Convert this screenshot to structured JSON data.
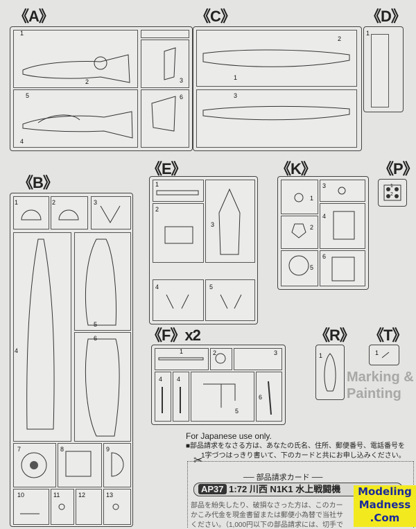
{
  "background_heading": "Marking & Painting",
  "sprues": {
    "A": {
      "label": "《A》",
      "parts": [
        "1",
        "2",
        "3",
        "4",
        "5",
        "6"
      ]
    },
    "B": {
      "label": "《B》",
      "parts": [
        "1",
        "2",
        "3",
        "4",
        "5",
        "6",
        "7",
        "8",
        "9",
        "10",
        "11",
        "12",
        "13"
      ]
    },
    "C": {
      "label": "《C》",
      "parts": [
        "1",
        "2",
        "3"
      ]
    },
    "D": {
      "label": "《D》",
      "parts": [
        "1"
      ]
    },
    "E": {
      "label": "《E》",
      "parts": [
        "1",
        "2",
        "3",
        "4",
        "5"
      ]
    },
    "K": {
      "label": "《K》",
      "parts": [
        "1",
        "2",
        "3",
        "4",
        "5",
        "6"
      ]
    },
    "P": {
      "label": "《P》",
      "parts": [
        "1",
        "2"
      ]
    },
    "F": {
      "label": "《F》x2",
      "parts": [
        "1",
        "2",
        "3",
        "4",
        "4",
        "5",
        "6"
      ]
    },
    "R": {
      "label": "《R》",
      "parts": [
        "1"
      ]
    },
    "T": {
      "label": "《T》",
      "parts": [
        "1"
      ]
    }
  },
  "notice": {
    "english": "For Japanese use only.",
    "line1": "■部品請求をなさる方は、あなたの氏名、住所、郵便番号、電話番号を",
    "line2": "1字づつはっきり書いて、下のカードと共にお申し込みください。"
  },
  "card": {
    "title": "── 部品請求カード ──",
    "code": "AP37",
    "scale": "1:72",
    "product": "川西 N1K1 水上戦闘機",
    "body1": "部品を紛失したり、破損なさった方は、このカー",
    "body2": "かこみ代金を現金書留または郵便小為替で当社サ",
    "body3": "ください。（1,000円以下の部品請求には、切手で"
  },
  "watermark": {
    "line1": "Modeling",
    "line2": "Madness",
    "line3": ".Com"
  }
}
